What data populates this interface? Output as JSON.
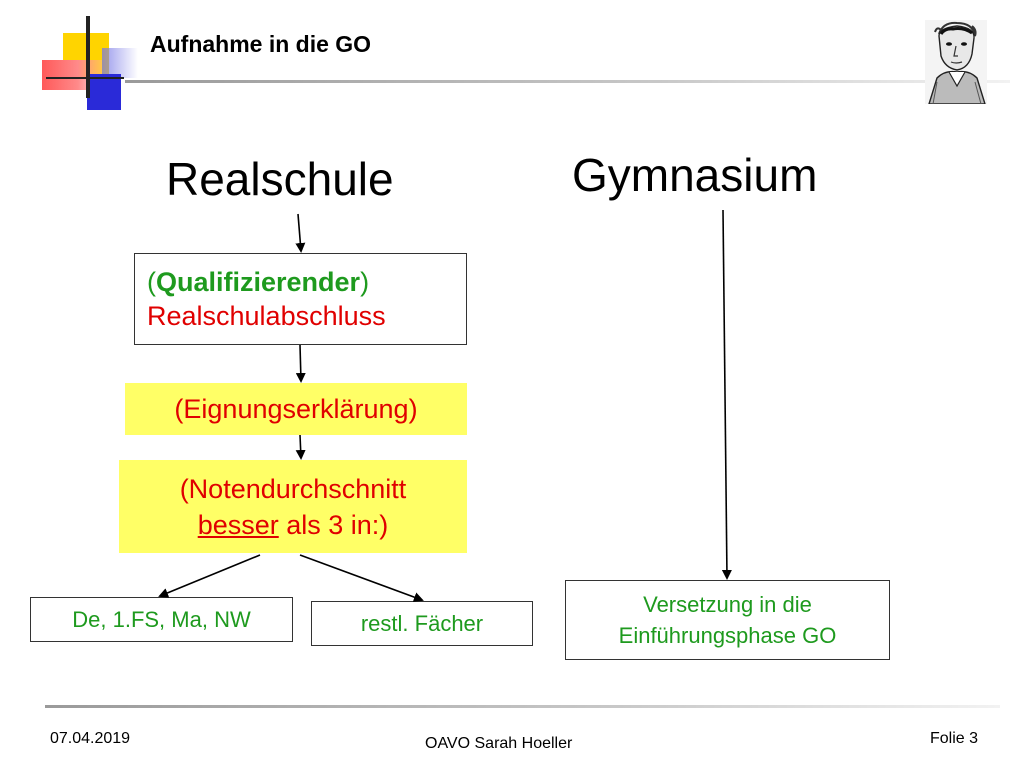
{
  "header": {
    "title": "Aufnahme in die GO"
  },
  "columns": {
    "left_title": "Realschule",
    "right_title": "Gymnasium"
  },
  "boxes": {
    "quali_open": "(",
    "quali_word": "Qualifizierender",
    "quali_close": ")",
    "quali_line2": "Realschulabschluss",
    "eignung": "(Eignungserklärung)",
    "noten_line1": "(Notendurchschnitt",
    "noten_underlined": "besser",
    "noten_rest": " als 3 in:)",
    "de": "De, 1.FS, Ma, NW",
    "restl": "restl. Fächer",
    "versetzung_line1": "Versetzung in die",
    "versetzung_line2": "Einführungsphase GO"
  },
  "footer": {
    "date": "07.04.2019",
    "author": "OAVO Sarah Hoeller",
    "slide": "Folie 3"
  },
  "colors": {
    "green_text": "#1e9a1e",
    "red_text": "#e00000",
    "highlight_yellow": "#ffff66"
  }
}
